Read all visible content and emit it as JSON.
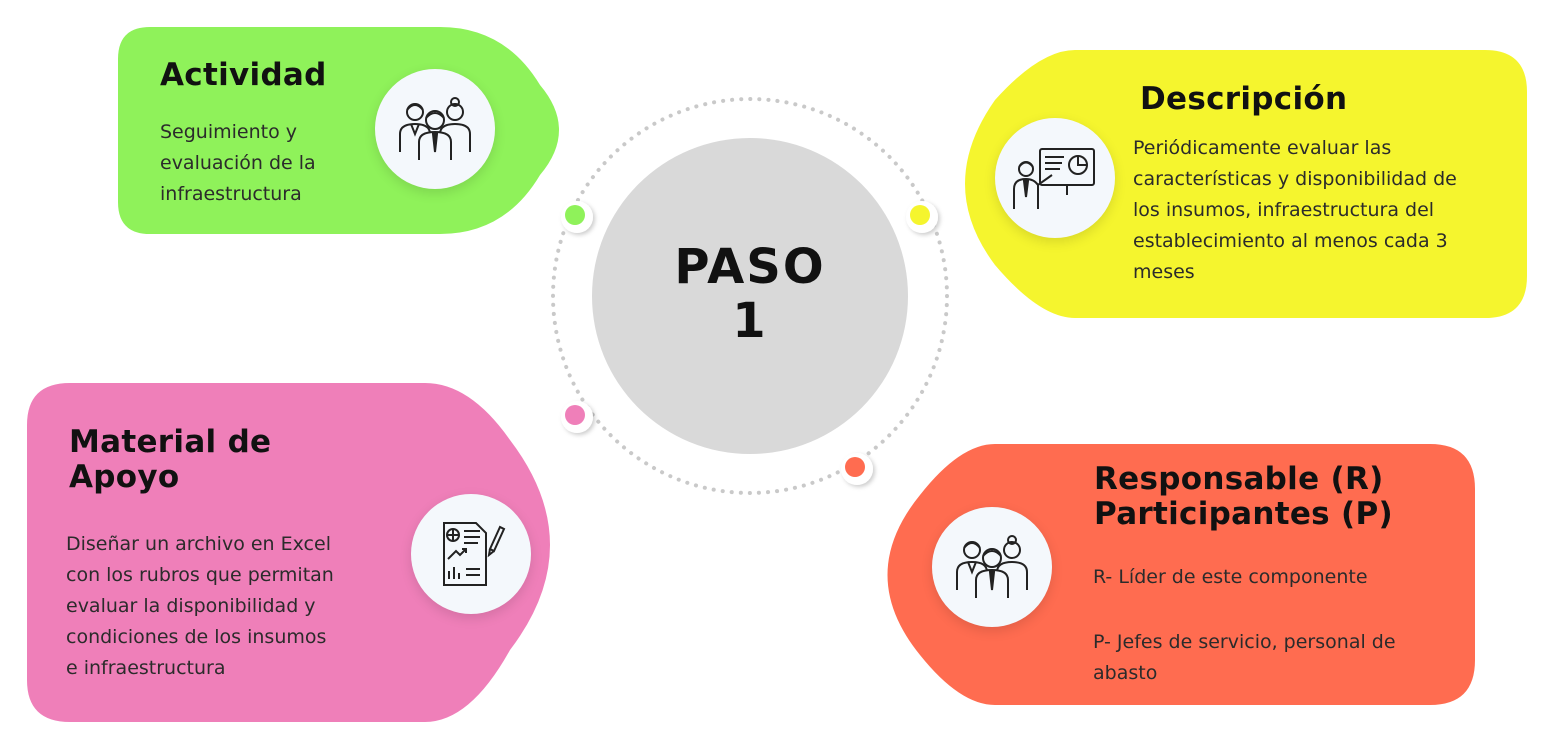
{
  "center": {
    "title_line1": "PASO",
    "title_line2": "1"
  },
  "cards": {
    "actividad": {
      "title": "Actividad",
      "body": [
        "Seguimiento y",
        "evaluación de la",
        "infraestructura"
      ],
      "color": "#8ff25a",
      "icon": "people-group-icon"
    },
    "descripcion": {
      "title": "Descripción",
      "body": [
        "Periódicamente evaluar las",
        "características y disponibilidad de",
        "los insumos, infraestructura del",
        "establecimiento al menos cada 3",
        "meses"
      ],
      "color": "#f5f52e",
      "icon": "presentation-icon"
    },
    "material": {
      "title_line1": "Material de",
      "title_line2": "Apoyo",
      "body": [
        "Diseñar un archivo en Excel",
        "con los rubros que permitan",
        "evaluar la disponibilidad y",
        "condiciones de los insumos",
        "e infraestructura"
      ],
      "color": "#ef7fb9",
      "icon": "report-document-icon"
    },
    "responsable": {
      "title_line1": "Responsable (R)",
      "title_line2": "Participantes (P)",
      "body_r": "R- Líder de este componente",
      "body_p": [
        "P- Jefes de servicio, personal de",
        "abasto"
      ],
      "color": "#ff6c50",
      "icon": "people-group-icon"
    }
  },
  "connector_dot_colors": [
    "#8ff25a",
    "#f5f52e",
    "#ef7fb9",
    "#ff6c50"
  ]
}
